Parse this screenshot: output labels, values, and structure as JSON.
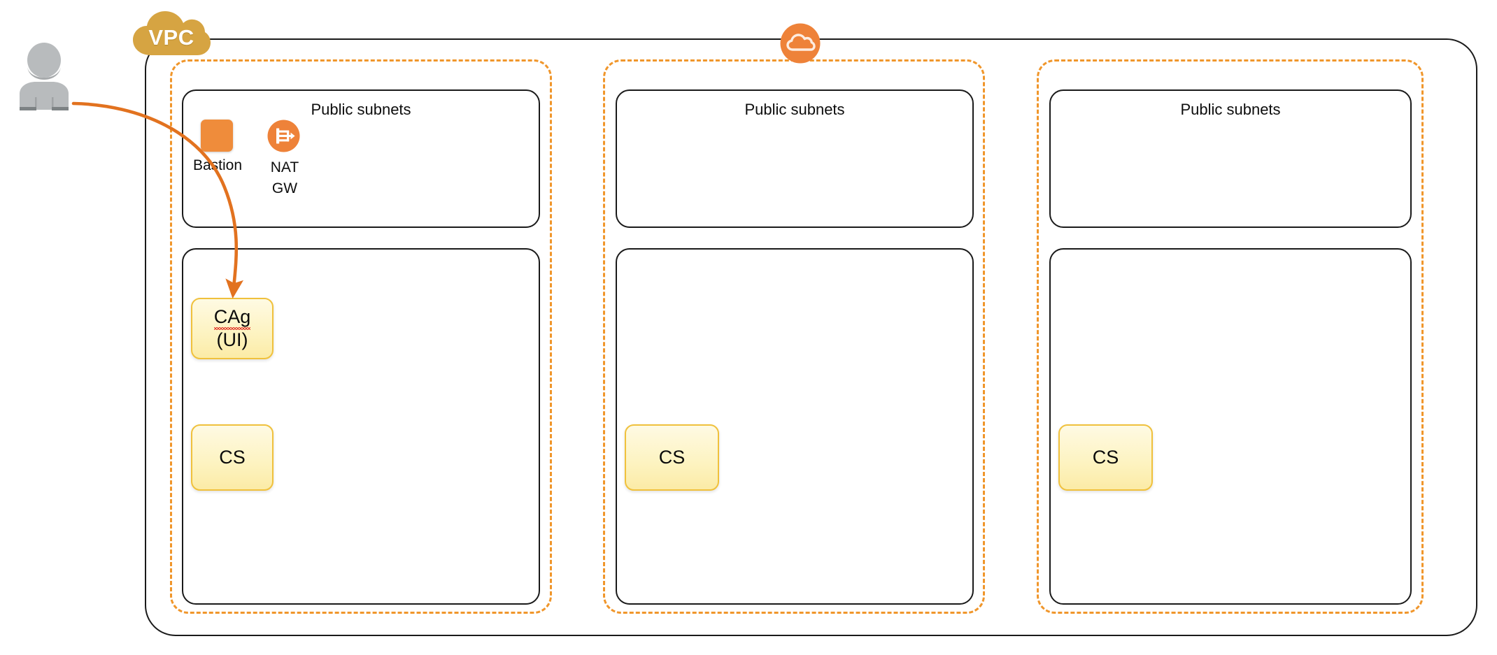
{
  "diagram": {
    "title": "VPC multi availability zone architecture",
    "colors": {
      "vpc_cloud": "#d6a442",
      "aws_cloud": "#ee8239",
      "az_dashed": "#f0962b",
      "bastion": "#ef8c3b",
      "node_fill": "#fdf3c0",
      "node_border": "#f0c13c",
      "outline": "#1a1a1a",
      "connector": "#e2721f",
      "actor": "#b8bbbd",
      "spell_error": "#e23b2e"
    }
  },
  "vpc": {
    "label": "VPC",
    "cloud_icon": "vpc-cloud-icon"
  },
  "aws_cloud": {
    "icon": "aws-cloud-icon"
  },
  "actor": {
    "icon": "user-actor-icon"
  },
  "connector": {
    "icon": "arrow-connector",
    "from": "user-actor",
    "to": "node-cag"
  },
  "availability_zones": [
    {
      "id": "az-1",
      "public_subnet": {
        "label": "Public subnets",
        "resources": [
          {
            "id": "bastion",
            "label": "Bastion",
            "icon": "bastion-icon"
          },
          {
            "id": "nat-gw",
            "label": "NAT\nGW",
            "label_line1": "NAT",
            "label_line2": "GW",
            "icon": "nat-gateway-icon"
          }
        ]
      },
      "private_subnet": {
        "label": "",
        "nodes": [
          {
            "id": "cag",
            "line1": "CAg",
            "line2": "(UI)",
            "spell_error": true
          },
          {
            "id": "cs-1",
            "line1": "CS",
            "line2": "",
            "spell_error": false
          }
        ]
      }
    },
    {
      "id": "az-2",
      "public_subnet": {
        "label": "Public subnets",
        "resources": []
      },
      "private_subnet": {
        "label": "",
        "nodes": [
          {
            "id": "cs-2",
            "line1": "CS",
            "line2": "",
            "spell_error": false
          }
        ]
      }
    },
    {
      "id": "az-3",
      "public_subnet": {
        "label": "Public subnets",
        "resources": []
      },
      "private_subnet": {
        "label": "",
        "nodes": [
          {
            "id": "cs-3",
            "line1": "CS",
            "line2": "",
            "spell_error": false
          }
        ]
      }
    }
  ]
}
